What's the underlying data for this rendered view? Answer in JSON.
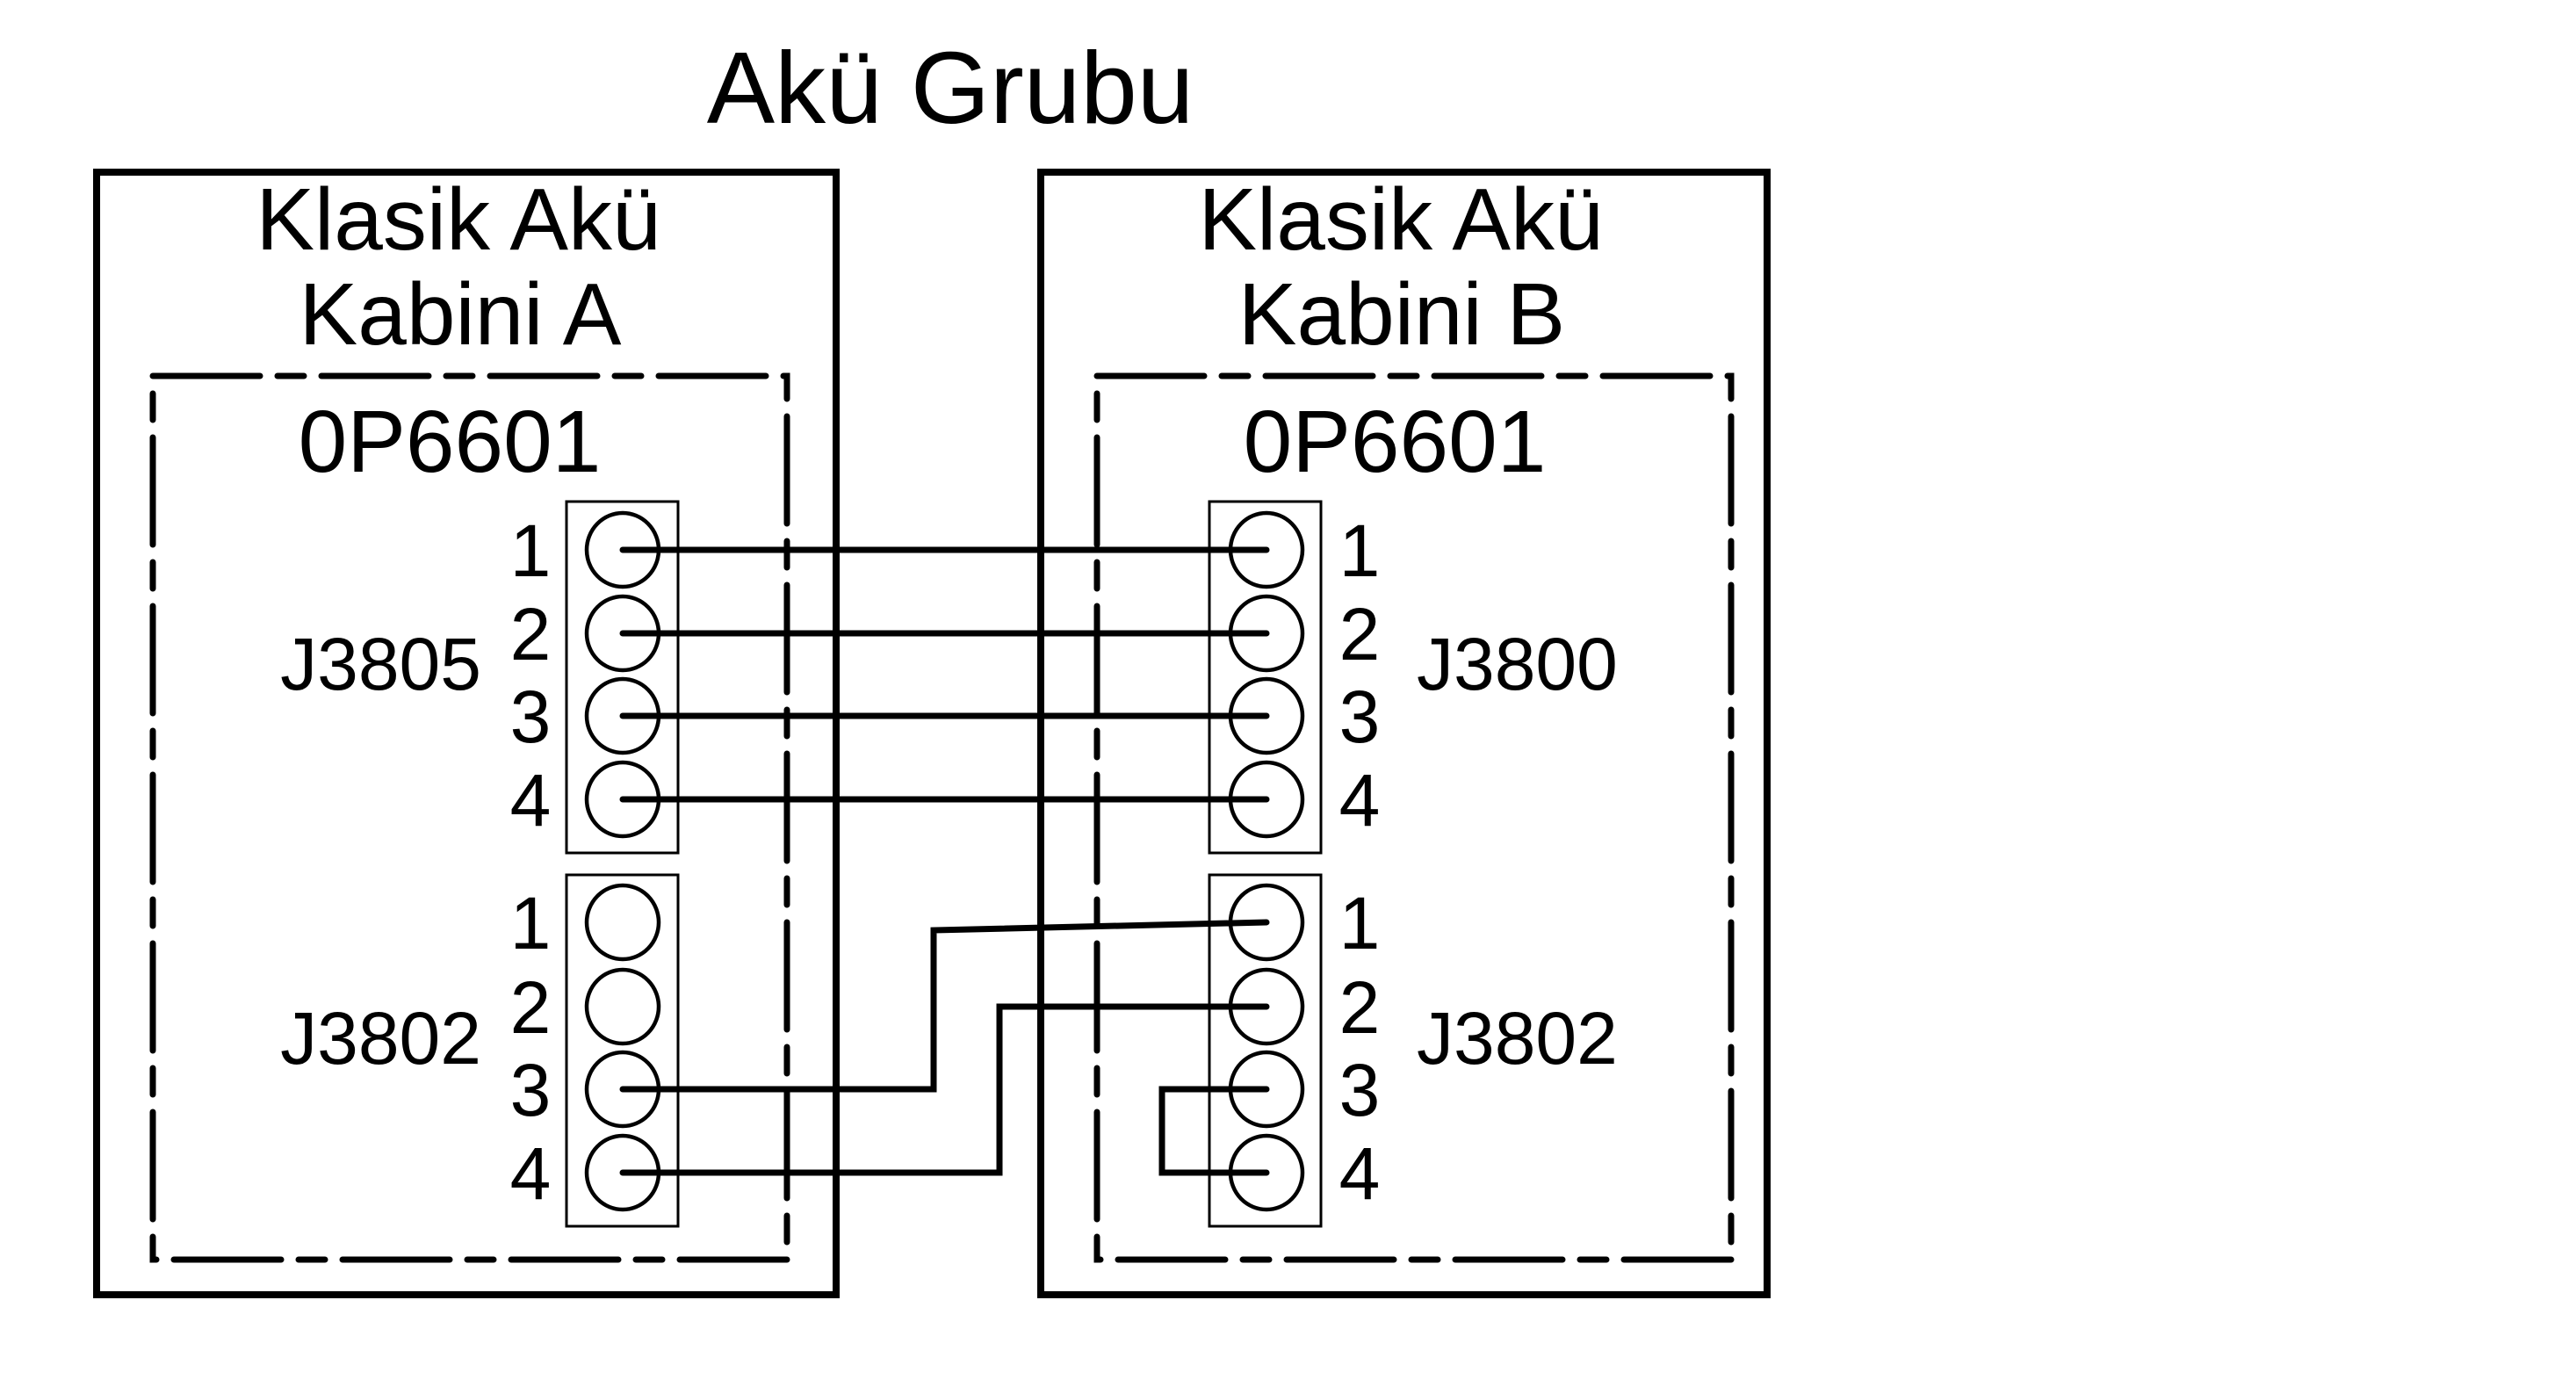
{
  "title": "Akü Grubu",
  "colors": {
    "line": "#000000",
    "background": "#ffffff"
  },
  "cabinets": [
    {
      "id": "A",
      "title_line1": "Klasik Akü",
      "title_line2": "Kabini A",
      "part_number": "0P6601",
      "connectors": [
        {
          "id": "J3805",
          "label": "J3805",
          "pins": [
            "1",
            "2",
            "3",
            "4"
          ],
          "label_side": "left"
        },
        {
          "id": "J3802",
          "label": "J3802",
          "pins": [
            "1",
            "2",
            "3",
            "4"
          ],
          "label_side": "left"
        }
      ]
    },
    {
      "id": "B",
      "title_line1": "Klasik Akü",
      "title_line2": "Kabini B",
      "part_number": "0P6601",
      "connectors": [
        {
          "id": "J3800",
          "label": "J3800",
          "pins": [
            "1",
            "2",
            "3",
            "4"
          ],
          "label_side": "right"
        },
        {
          "id": "J3802",
          "label": "J3802",
          "pins": [
            "1",
            "2",
            "3",
            "4"
          ],
          "label_side": "right"
        }
      ]
    }
  ],
  "wires": [
    {
      "from": "A.J3805.1",
      "to": "B.J3800.1"
    },
    {
      "from": "A.J3805.2",
      "to": "B.J3800.2"
    },
    {
      "from": "A.J3805.3",
      "to": "B.J3800.3"
    },
    {
      "from": "A.J3805.4",
      "to": "B.J3800.4"
    },
    {
      "from": "A.J3802.3",
      "to": "B.J3802.1"
    },
    {
      "from": "A.J3802.4",
      "to": "B.J3802.2"
    },
    {
      "from": "B.J3802.3",
      "to": "B.J3802.4",
      "type": "jumper"
    }
  ]
}
